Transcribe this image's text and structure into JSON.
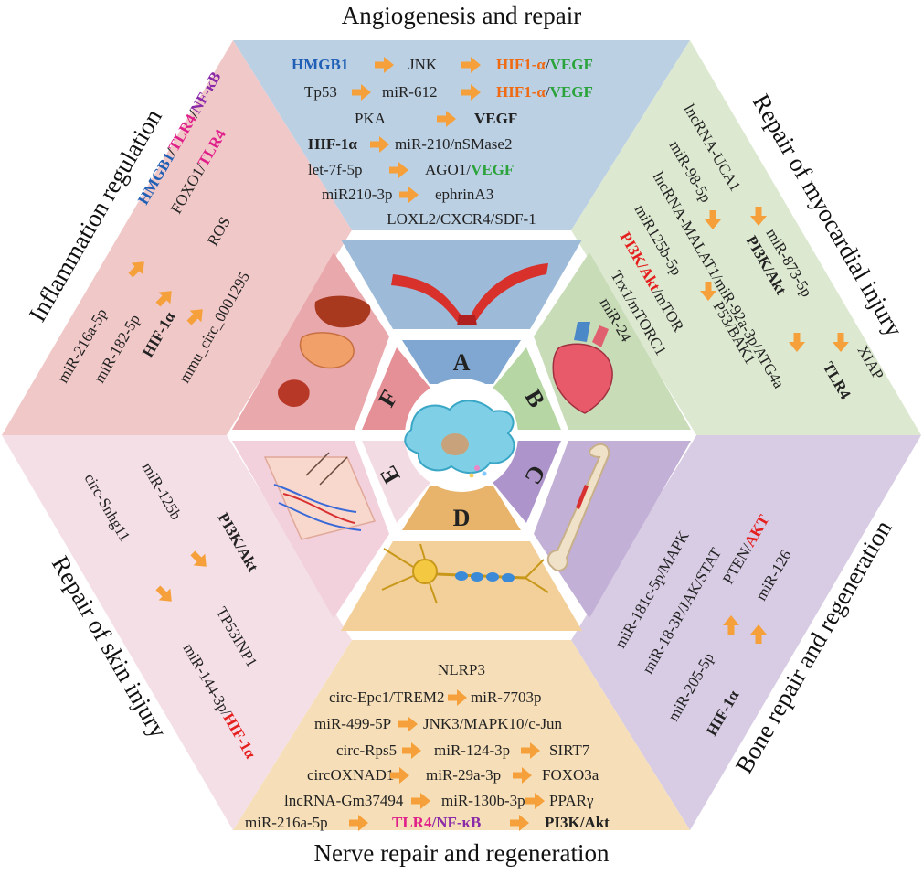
{
  "colors": {
    "blue": "#1f5fb5",
    "orange": "#f06a12",
    "green": "#2aa33a",
    "magenta": "#e0208a",
    "purple": "#8a2aa8",
    "red": "#e51e1e",
    "arrow": "#f5a03a",
    "top_bg": "#bcd0e4",
    "right_top_bg": "#dce8d0",
    "right_bottom_bg": "#d8cce4",
    "bottom_bg": "#f6dfb8",
    "left_bottom_bg": "#f4dfe6",
    "left_top_bg": "#f1c8c8"
  },
  "letters": {
    "a": "A",
    "b": "B",
    "c": "C",
    "d": "D",
    "e": "E",
    "f": "F"
  },
  "titles": {
    "top": "Angiogenesis and repair",
    "bottom": "Nerve repair and regeneration",
    "left_top": "Inflammation regulation",
    "left_bottom": "Repair of skin injury",
    "right_top": "Repair of myocardial injury",
    "right_bottom": "Bone repair and regeneration"
  },
  "top": {
    "r1": {
      "a": "HMGB1",
      "b": "JNK",
      "c": "HIF1-α",
      "s": "/",
      "d": "VEGF"
    },
    "r2": {
      "a": "Tp53",
      "b": "miR-612",
      "c": "HIF1-α",
      "s": "/",
      "d": "VEGF"
    },
    "r3": {
      "a": "PKA",
      "b": "VEGF"
    },
    "r4": {
      "a": "HIF-1α",
      "b": "miR-210/nSMase2"
    },
    "r5": {
      "a": "let-7f-5p",
      "b": "AGO1/",
      "c": "VEGF"
    },
    "r6": {
      "a": "miR210-3p",
      "b": "ephrinA3"
    },
    "r7": {
      "a": "LOXL2/CXCR4/SDF-1"
    }
  },
  "bottom": {
    "r1": {
      "a": "NLRP3"
    },
    "r2": {
      "a": "circ-Epc1/TREM2",
      "b": "miR-7703p"
    },
    "r3": {
      "a": "miR-499-5P",
      "b": "JNK3/MAPK10/c-Jun"
    },
    "r4": {
      "a": "circ-Rps5",
      "b": "miR-124-3p",
      "c": "SIRT7"
    },
    "r5": {
      "a": "circOXNAD1",
      "b": "miR-29a-3p",
      "c": "FOXO3a"
    },
    "r6": {
      "a": "lncRNA-Gm37494",
      "b": "miR-130b-3p",
      "c": "PPARγ"
    },
    "r7": {
      "a": "miR-216a-5p",
      "b": "TLR4",
      "s": "/",
      "c": "NF-κB",
      "d": "PI3K/Akt"
    }
  },
  "left_top": {
    "c1": {
      "a": "HMGB1",
      "s1": "/",
      "b": "TLR4",
      "s2": "/",
      "c": "NF-κB"
    },
    "c2": {
      "a": "FOXO1/",
      "b": "TLR4"
    },
    "c3": {
      "a": "ROS"
    },
    "c4": {
      "a": "mmu_circ_0001295"
    },
    "c5": {
      "a": "miR-216a-5p"
    },
    "c6": {
      "a": "miR-182-5p"
    },
    "c7": {
      "a": "HIF-1α"
    }
  },
  "left_bottom": {
    "c1": {
      "a": "circ-Snhg11"
    },
    "c2": {
      "a": "miR-125b"
    },
    "c3": {
      "a": "PI3K/Akt"
    },
    "c4": {
      "a": "TP53INP1"
    },
    "c5": {
      "a": "miR-144-3p/",
      "b": "HIF-1α"
    }
  },
  "right_top": {
    "c1": {
      "a": "lncRNA-UCA1"
    },
    "c2": {
      "a": "miR-98-5p"
    },
    "c3": {
      "a": "lncRNA-MALAT1/miR-92a-3p/ATG4a"
    },
    "c4": {
      "a": "miR125b-5p"
    },
    "c5": {
      "a": "PI3K/Akt",
      "b": "/mTOR"
    },
    "c6": {
      "a": "Trx1/mTORC1"
    },
    "c7": {
      "a": "miR-24"
    },
    "c8": {
      "a": "miR-873-5p"
    },
    "c9": {
      "a": "PI3K/Akt"
    },
    "c10": {
      "a": "P53/BAK1"
    },
    "c11": {
      "a": "XIAP"
    },
    "c12": {
      "a": "TLR4"
    }
  },
  "right_bottom": {
    "c1": {
      "a": "miR-181c-5p/MAPK"
    },
    "c2": {
      "a": "miR-18-3P/JAK/STAT"
    },
    "c3": {
      "a": "PTEN/",
      "b": "AKT"
    },
    "c4": {
      "a": "miR-126"
    },
    "c5": {
      "a": "miR-205-5p"
    },
    "c6": {
      "a": "HIF-1α"
    }
  }
}
